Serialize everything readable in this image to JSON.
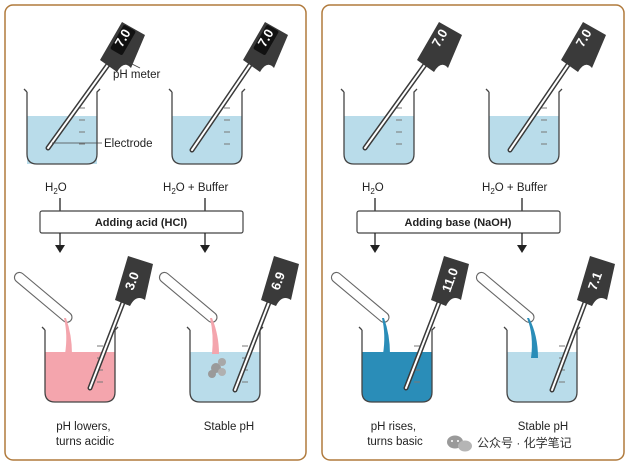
{
  "colors": {
    "panel_border": "#b07a3c",
    "water": "#b9dcea",
    "acid": "#f4a5ad",
    "base": "#2a8db8",
    "buffer_precip": "#9a9a9a",
    "meter_body": "#3a3a3a",
    "meter_screen": "#1a1a1a"
  },
  "labels": {
    "ph_meter": "pH meter",
    "electrode": "Electrode"
  },
  "left_panel": {
    "beakers_top": [
      {
        "reading": "7.0",
        "caption_main": "H",
        "caption_sub": "2",
        "caption_rest": "O"
      },
      {
        "reading": "7.0",
        "caption_main": "H",
        "caption_sub": "2",
        "caption_rest": "O + Buffer"
      }
    ],
    "action": "Adding acid (HCl)",
    "beakers_bottom": [
      {
        "reading": "3.0",
        "caption_line1": "pH lowers,",
        "caption_line2": "turns acidic"
      },
      {
        "reading": "6.9",
        "caption_line1": "Stable pH",
        "caption_line2": ""
      }
    ]
  },
  "right_panel": {
    "beakers_top": [
      {
        "reading": "7.0",
        "caption_main": "H",
        "caption_sub": "2",
        "caption_rest": "O"
      },
      {
        "reading": "7.0",
        "caption_main": "H",
        "caption_sub": "2",
        "caption_rest": "O + Buffer"
      }
    ],
    "action": "Adding base (NaOH)",
    "beakers_bottom": [
      {
        "reading": "11.0",
        "caption_line1": "pH rises,",
        "caption_line2": "turns basic"
      },
      {
        "reading": "7.1",
        "caption_line1": "Stable pH",
        "caption_line2": ""
      }
    ]
  },
  "watermark": {
    "icon": "wechat-icon",
    "text": "公众号 · 化学笔记"
  }
}
